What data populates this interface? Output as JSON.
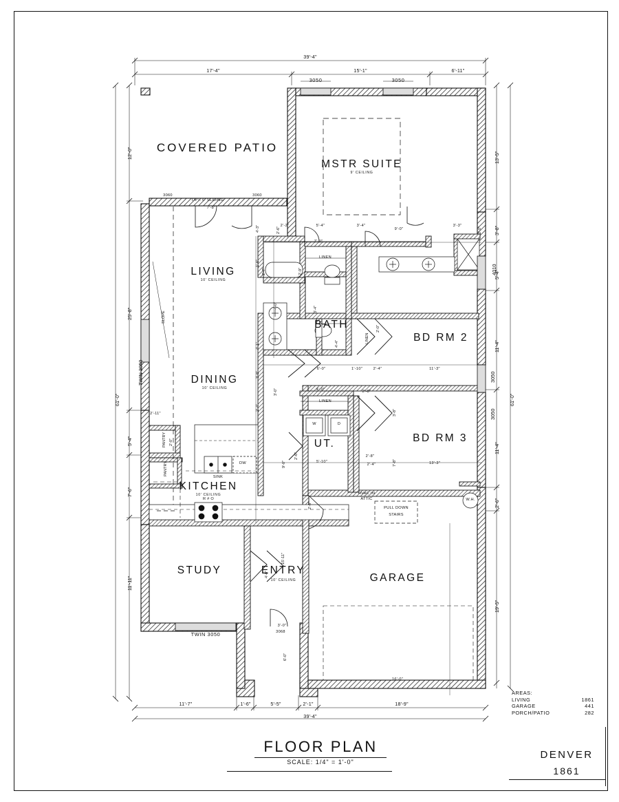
{
  "sheet": {
    "title": "FLOOR PLAN",
    "scale": "SCALE: 1/4\" = 1'-0\"",
    "plan_name": "DENVER",
    "plan_number": "1861"
  },
  "areas": {
    "heading": "AREAS:",
    "rows": [
      {
        "label": "LIVING",
        "value": "1861"
      },
      {
        "label": "GARAGE",
        "value": "441"
      },
      {
        "label": "PORCH/PATIO",
        "value": "282"
      }
    ]
  },
  "rooms": [
    {
      "name": "COVERED PATIO",
      "ceiling": ""
    },
    {
      "name": "MSTR SUITE",
      "ceiling": "9' CEILING"
    },
    {
      "name": "LIVING",
      "ceiling": "10' CEILING"
    },
    {
      "name": "DINING",
      "ceiling": "10' CEILING"
    },
    {
      "name": "KITCHEN",
      "ceiling": "10' CEILING"
    },
    {
      "name": "BATH",
      "ceiling": ""
    },
    {
      "name": "BD RM 2",
      "ceiling": ""
    },
    {
      "name": "BD RM 3",
      "ceiling": ""
    },
    {
      "name": "UT.",
      "ceiling": ""
    },
    {
      "name": "STUDY",
      "ceiling": ""
    },
    {
      "name": "ENTRY",
      "ceiling": "10' CEILING"
    },
    {
      "name": "GARAGE",
      "ceiling": ""
    }
  ],
  "room_labels": {
    "covered_patio": "COVERED PATIO",
    "mstr_suite": "MSTR SUITE",
    "mstr_ceiling": "9' CEILING",
    "living": "LIVING",
    "living_ceiling": "10' CEILING",
    "dining": "DINING",
    "dining_ceiling": "10' CEILING",
    "kitchen": "KITCHEN",
    "kitchen_ceiling": "10' CEILING",
    "bath": "BATH",
    "bd_rm_2": "BD RM 2",
    "bd_rm_3": "BD RM 3",
    "ut": "UT.",
    "study": "STUDY",
    "entry": "ENTRY",
    "entry_ceiling": "10' CEILING",
    "garage": "GARAGE"
  },
  "annotations": {
    "linen_1": "LINEN",
    "linen_2": "LINEN",
    "linen_3": "LINEN",
    "pantry": "PANTRY",
    "sink": "SINK",
    "dw": "DW",
    "range": "R # O",
    "washer": "W",
    "dryer": "D",
    "hvac": "HVAC IN",
    "hvac2": "ATTIC",
    "pull_down": "PULL DOWN",
    "stairs": "STAIRS",
    "wh": "W.H.",
    "opt_sliding": "OPT. 6' SLIDING"
  },
  "dimensions": {
    "top": {
      "overall": "39'-4\"",
      "segments": [
        "17'-4\"",
        "15'-1\"",
        "6'-11\""
      ],
      "windows": [
        "3050",
        "3050"
      ]
    },
    "bottom": {
      "overall": "39'-4\"",
      "segments": [
        "11'-7\"",
        "1'-6\"",
        "5'-5\"",
        "2'-1\"",
        "18'-9\""
      ],
      "garage_door": "16'-0\""
    },
    "left": {
      "overall": "61'-0\"",
      "segments": [
        "12'-0\"",
        "25'-8\"",
        "5'-4\"",
        "7'-6\"",
        "11'-11\""
      ],
      "window": "TWIN 3050"
    },
    "right": {
      "overall": "61'-0\"",
      "segments": [
        "13'-5\"",
        "3'-8\"",
        "5'-4\"",
        "11'-4\"",
        "11'-4\"",
        "2'-6\"",
        "19'-5\""
      ],
      "windows": [
        "4010",
        "3050",
        "3050"
      ]
    },
    "interior": [
      "7'-8\"",
      "4'-3\"",
      "2'-2\"",
      "2'-6\"",
      "5'-4\"",
      "3'-4\"",
      "7'-0\"",
      "9'-0\"",
      "3'-3\"",
      "2'-0\"",
      "2'-7\"",
      "2'-9\"",
      "3'-4\"",
      "4'-0\"",
      "1'-6\"",
      "4'-1\"",
      "4'-4\"",
      "2'-0\"",
      "6'-0\"",
      "1'-10\"",
      "2'-4\"",
      "11'-3\"",
      "3'-8\"",
      "2'-4\"",
      "2'-8\"",
      "4'-0\"",
      "3'-0\"",
      "2'-8\"",
      "3'-8\"",
      "7'-8\"",
      "13'-3\"",
      "9'-0\"",
      "5'-10\"",
      "2'-4\"",
      "2'-6\"",
      "2'-11\"",
      "2'-0\"",
      "15'-11\"",
      "4'-0\"",
      "3'-0\"",
      "6'-0\"",
      "2'-6\""
    ],
    "doors_windows": [
      "3060",
      "3060",
      "3068",
      "TWIN 3050",
      "4010"
    ]
  },
  "colors": {
    "line": "#111111",
    "paper": "#ffffff",
    "hatch": "#555555"
  }
}
